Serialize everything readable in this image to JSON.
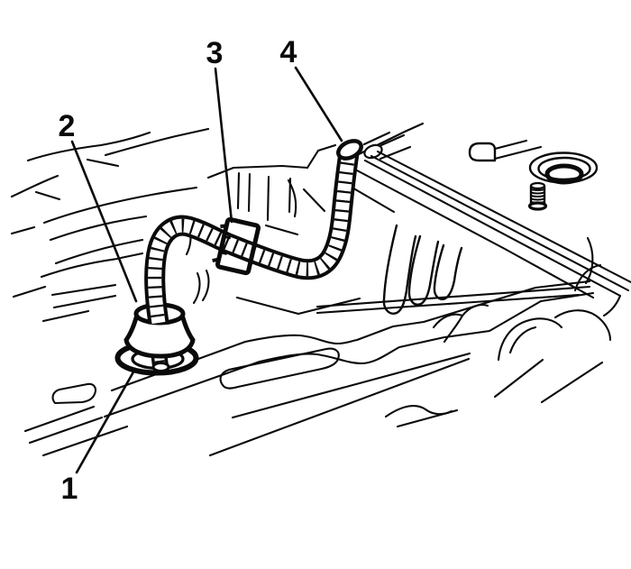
{
  "diagram": {
    "background_color": "#ffffff",
    "ink_color": "#0a0a0a",
    "callouts": [
      {
        "label": "1",
        "points_to": "grommet-seal-ring"
      },
      {
        "label": "2",
        "points_to": "drain-hose-grommet"
      },
      {
        "label": "3",
        "points_to": "hose-retaining-clip"
      },
      {
        "label": "4",
        "points_to": "drain-hose-open-end"
      }
    ]
  }
}
